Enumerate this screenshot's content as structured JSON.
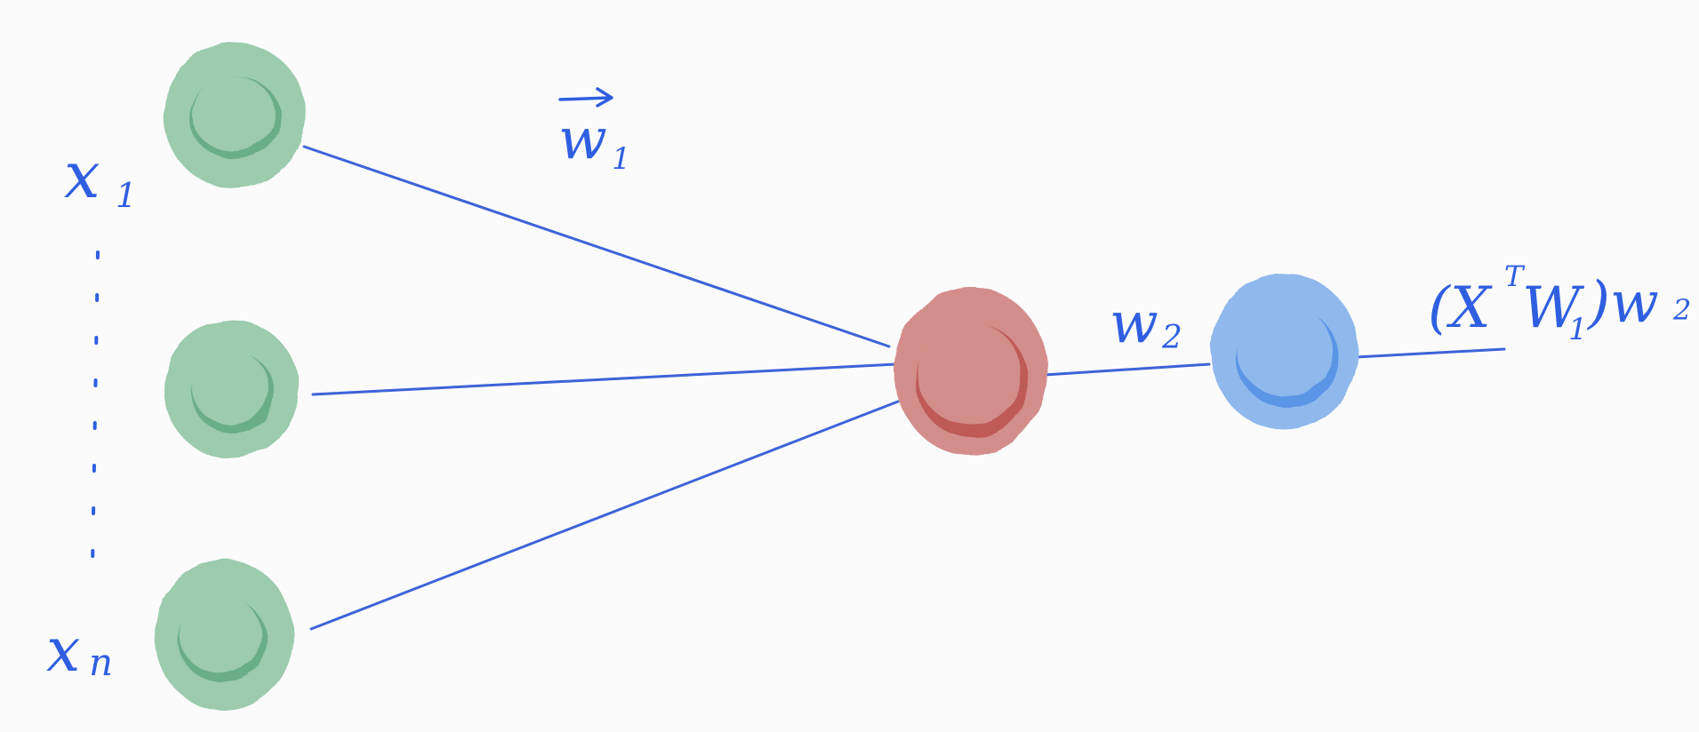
{
  "colors": {
    "background": "#fbfbfc",
    "ink": "#2f5fe0",
    "input_fill": "#9ccbad",
    "input_inner": "#6aae87",
    "hidden_fill": "#d38e8b",
    "hidden_inner": "#bf5a57",
    "output_fill": "#8fb8ec",
    "output_inner": "#5a95e6",
    "edge": "#3d63d8"
  },
  "labels": {
    "x_first": "x",
    "x_first_sub": "1",
    "x_last": "x",
    "x_last_sub": "n",
    "w1_vec": "w",
    "w1_sub": "1",
    "w2": "w",
    "w2_sub": "2",
    "output_expr_open": "(X",
    "output_expr_sup": "T",
    "output_expr_w": "W",
    "output_expr_w_sub": "1",
    "output_expr_close": ")w",
    "output_expr_close_sub": "2"
  },
  "nodes": {
    "inputs": [
      "input-node-1",
      "input-node-2",
      "input-node-n"
    ],
    "hidden": "hidden-node",
    "output": "output-node"
  }
}
